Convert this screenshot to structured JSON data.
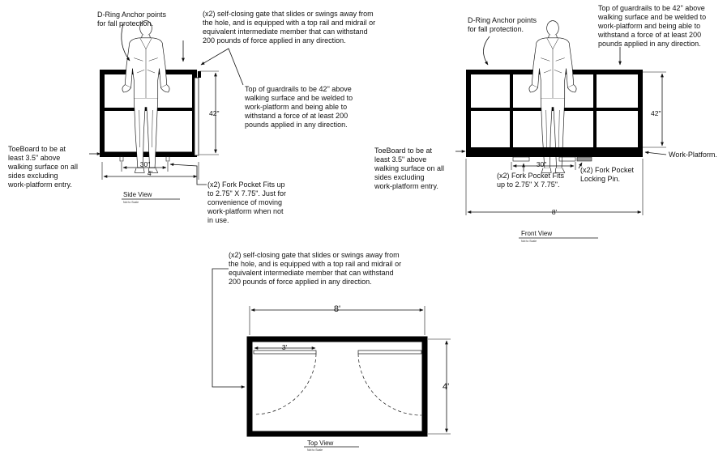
{
  "side_view": {
    "note_anchor": [
      "D-Ring Anchor points",
      "for fall protection."
    ],
    "note_gate": [
      "(x2) self-closing gate that slides or swings away from",
      "the hole, and is equipped with a top rail and midrail or",
      "equivalent intermediate member that can withstand",
      "200 pounds of force applied in any direction."
    ],
    "note_guardrail": [
      "Top of guardrails to be 42\" above",
      "walking surface and be welded to",
      "work-platform and being able to",
      "withstand a force of at least 200",
      "pounds applied in any direction."
    ],
    "note_toeboard": [
      "ToeBoard to be at",
      "least 3.5\" above",
      "walking surface on all",
      "sides  excluding",
      "work-platform entry."
    ],
    "note_forkpocket": [
      "(x2) Fork Pocket Fits up",
      "to 2.75\" X 7.75\".  Just for",
      "convenience of moving",
      "work-platform when not",
      "in use."
    ],
    "dim_height": "42\"",
    "dim_30": "30\"",
    "dim_4": "4'",
    "caption": "Side View",
    "scale_note": "Not to Scale"
  },
  "front_view": {
    "note_anchor": [
      "D-Ring Anchor points",
      "for fall protection."
    ],
    "note_guardrail": [
      "Top of guardrails to be 42\" above",
      "walking surface and be welded to",
      "work-platform and being able to",
      "withstand a force of at least 200",
      "pounds applied in any direction."
    ],
    "note_toeboard": [
      "ToeBoard to be at",
      "least 3.5\" above",
      "walking surface on all",
      "sides  excluding",
      "work-platform entry."
    ],
    "note_forkpocket": [
      "(x2) Fork Pocket Fits",
      "up to 2.75\" X 7.75\"."
    ],
    "note_lockpin": [
      "(x2) Fork Pocket",
      "Locking Pin."
    ],
    "note_platform": "Work-Platform.",
    "dim_height": "42\"",
    "dim_30": "30\"",
    "dim_8": "8'",
    "caption": "Front View",
    "scale_note": "Not to Scale"
  },
  "top_view": {
    "note_gate": [
      "(x2) self-closing gate that slides or swings away from",
      "the hole, and is equipped with a top rail and midrail or",
      "equivalent intermediate member that can withstand",
      "200 pounds of force applied in any direction."
    ],
    "dim_8": "8'",
    "dim_3": "3'",
    "dim_4": "4'",
    "caption": "Top View",
    "scale_note": "Not to Scale"
  }
}
